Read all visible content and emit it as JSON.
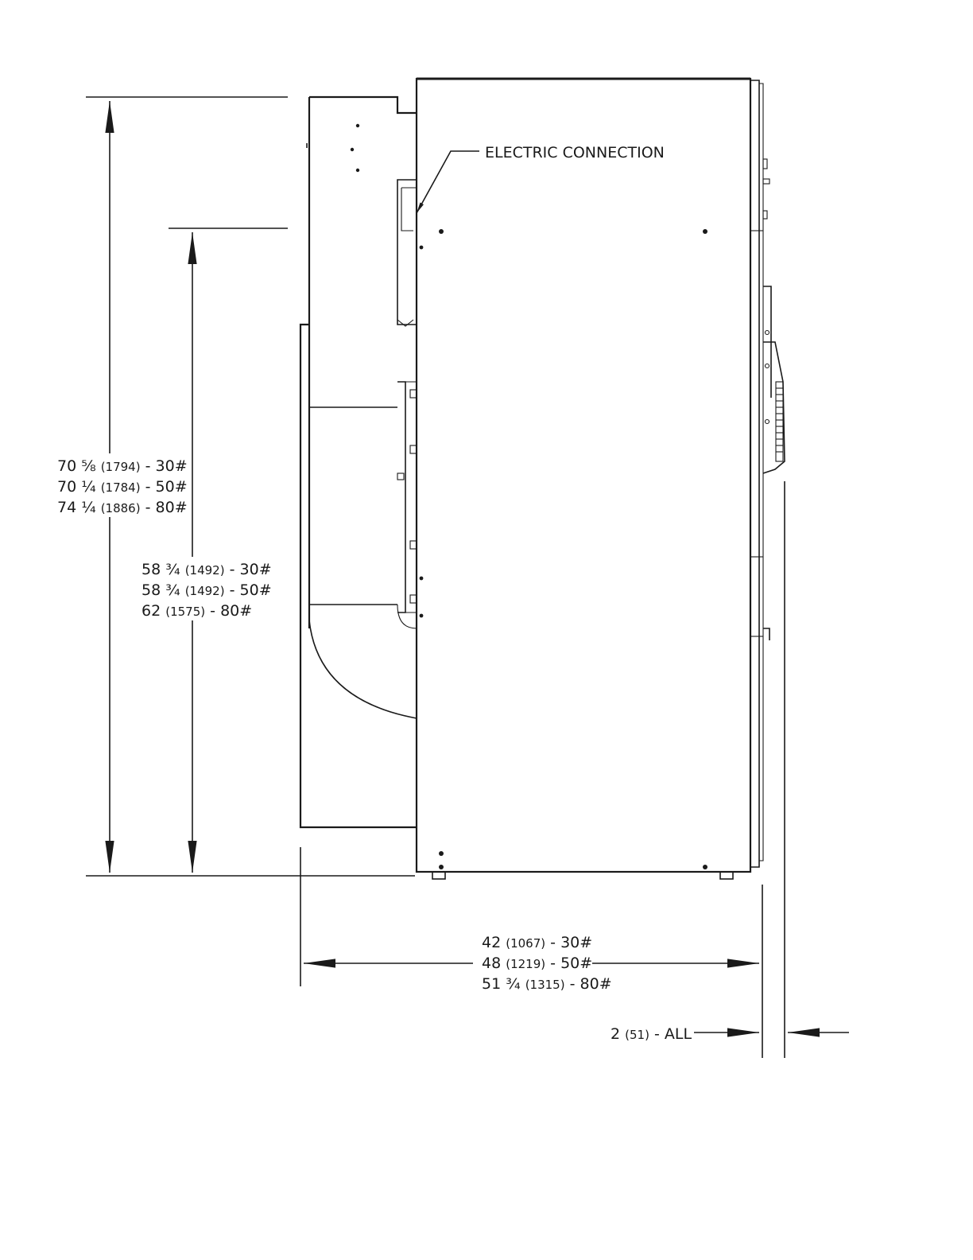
{
  "callout": {
    "label": "ELECTRIC CONNECTION"
  },
  "dimensions": {
    "overall_height": [
      {
        "inches": "70 ⅝",
        "mm": "(1794)",
        "model": "- 30#"
      },
      {
        "inches": "70 ¼",
        "mm": "(1784)",
        "model": "- 50#"
      },
      {
        "inches": "74 ¼",
        "mm": "(1886)",
        "model": "- 80#"
      }
    ],
    "connection_height": [
      {
        "inches": "58 ¾",
        "mm": "(1492)",
        "model": "- 30#"
      },
      {
        "inches": "58 ¾",
        "mm": "(1492)",
        "model": "- 50#"
      },
      {
        "inches": "62",
        "mm": "(1575)",
        "model": "- 80#"
      }
    ],
    "depth": [
      {
        "inches": "42",
        "mm": "(1067)",
        "model": "- 30#"
      },
      {
        "inches": "48",
        "mm": "(1219)",
        "model": "- 50#"
      },
      {
        "inches": "51 ¾",
        "mm": "(1315)",
        "model": "- 80#"
      }
    ],
    "clearance": {
      "inches": "2",
      "mm": "(51)",
      "model": "- ALL"
    }
  }
}
